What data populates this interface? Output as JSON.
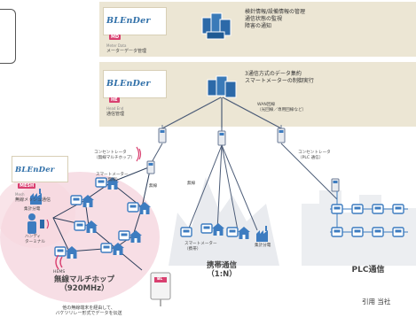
{
  "mdms": {
    "brand": "BLEnDer",
    "tag": "MD",
    "sub": "Meter Data",
    "role": "メーターデータ管理",
    "description": [
      "検針情報/設備情報の管理",
      "通信状態の監視",
      "障害の通知"
    ]
  },
  "hes": {
    "brand": "BLEnDer",
    "tag": "HE",
    "sub": "Head End",
    "role": "通信管理",
    "description": [
      "3通信方式のデータ集約",
      "スマートメーターの制御実行"
    ]
  },
  "wan_note": [
    "WAN回線",
    "（光回線／専用回線など）"
  ],
  "mesh": {
    "brand": "BLEnDer",
    "tag": "MESH",
    "sub": "Mesh",
    "role": "無線メッシュ通信",
    "concentrator": [
      "コンセントレータ",
      "（無線マルチホップ）"
    ],
    "meter": [
      "スマートメーター",
      "（無線）"
    ],
    "wireless": "無線",
    "collector": "集計分電",
    "handy": [
      "ハンディ",
      "ターミナル"
    ],
    "hems": "HEMS",
    "title": [
      "無線マルチホップ",
      "（920MHz）"
    ],
    "note": [
      "他の無線端末を経由して、",
      "バケツリレー形式でデータを伝送"
    ],
    "device_tag": "BL"
  },
  "cellular": {
    "wireless": "無線",
    "meter": [
      "スマートメーター",
      "（携帯）"
    ],
    "collector": "集計分電",
    "title": [
      "携帯通信",
      "（1:N）"
    ]
  },
  "plc": {
    "concentrator": [
      "コンセントレータ",
      "（PLC 通信）"
    ],
    "title": "PLC通信"
  },
  "citation": "引用  当社",
  "colors": {
    "panel": "#ece6d4",
    "brand": "#2f6fa8",
    "tag": "#d94070",
    "mesh_bg": "#f6d8e0",
    "meter": "#3d7cc0",
    "server": "#2c69a8",
    "link": "#4d5d78"
  }
}
